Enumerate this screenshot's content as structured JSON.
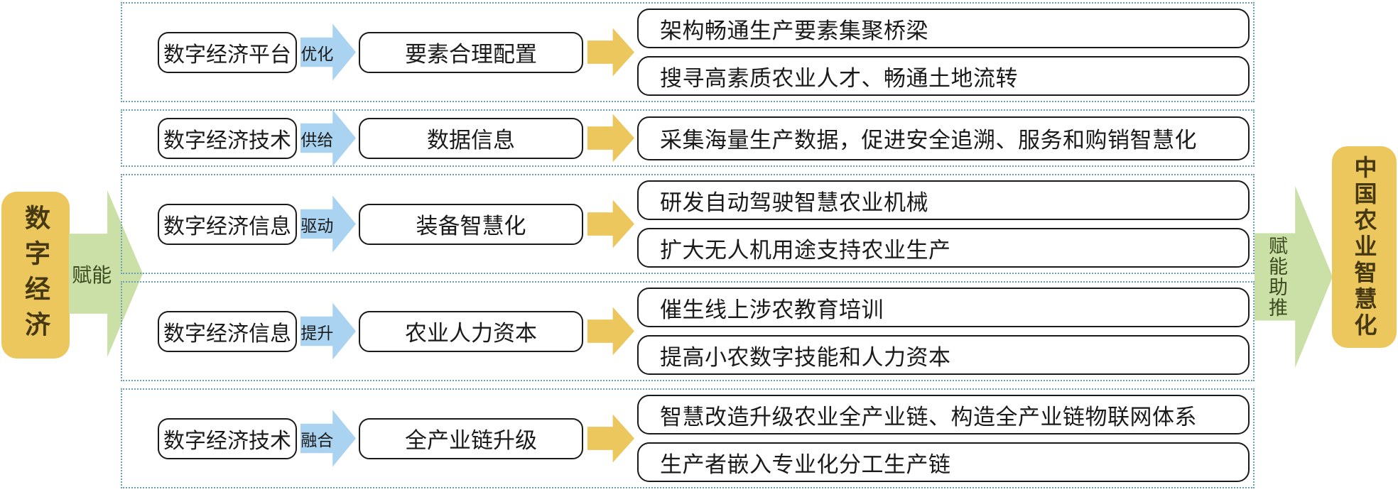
{
  "colors": {
    "yellow": "#ecc75e",
    "green": "#cbe0a6",
    "blue": "#a9d3f0",
    "dot": "#6d9fbc"
  },
  "left": {
    "label": "数字经济",
    "arrow_label": "赋能"
  },
  "right": {
    "arrow_label": "赋能助推",
    "label": "中国农业智慧化"
  },
  "rows": [
    {
      "source": "数字经济平台",
      "verb": "优化",
      "mid": "要素合理配置",
      "outputs": [
        "架构畅通生产要素集聚桥梁",
        "搜寻高素质农业人才、畅通土地流转"
      ]
    },
    {
      "source": "数字经济技术",
      "verb": "供给",
      "mid": "数据信息",
      "outputs": [
        "采集海量生产数据，促进安全追溯、服务和购销智慧化"
      ]
    },
    {
      "source": "数字经济信息",
      "verb": "驱动",
      "mid": "装备智慧化",
      "outputs": [
        "研发自动驾驶智慧农业机械",
        "扩大无人机用途支持农业生产"
      ]
    },
    {
      "source": "数字经济信息",
      "verb": "提升",
      "mid": "农业人力资本",
      "outputs": [
        "催生线上涉农教育培训",
        "提高小农数字技能和人力资本"
      ]
    },
    {
      "source": "数字经济技术",
      "verb": "融合",
      "mid": "全产业链升级",
      "outputs": [
        "智慧改造升级农业全产业链、构造全产业链物联网体系",
        "生产者嵌入专业化分工生产链"
      ]
    }
  ]
}
